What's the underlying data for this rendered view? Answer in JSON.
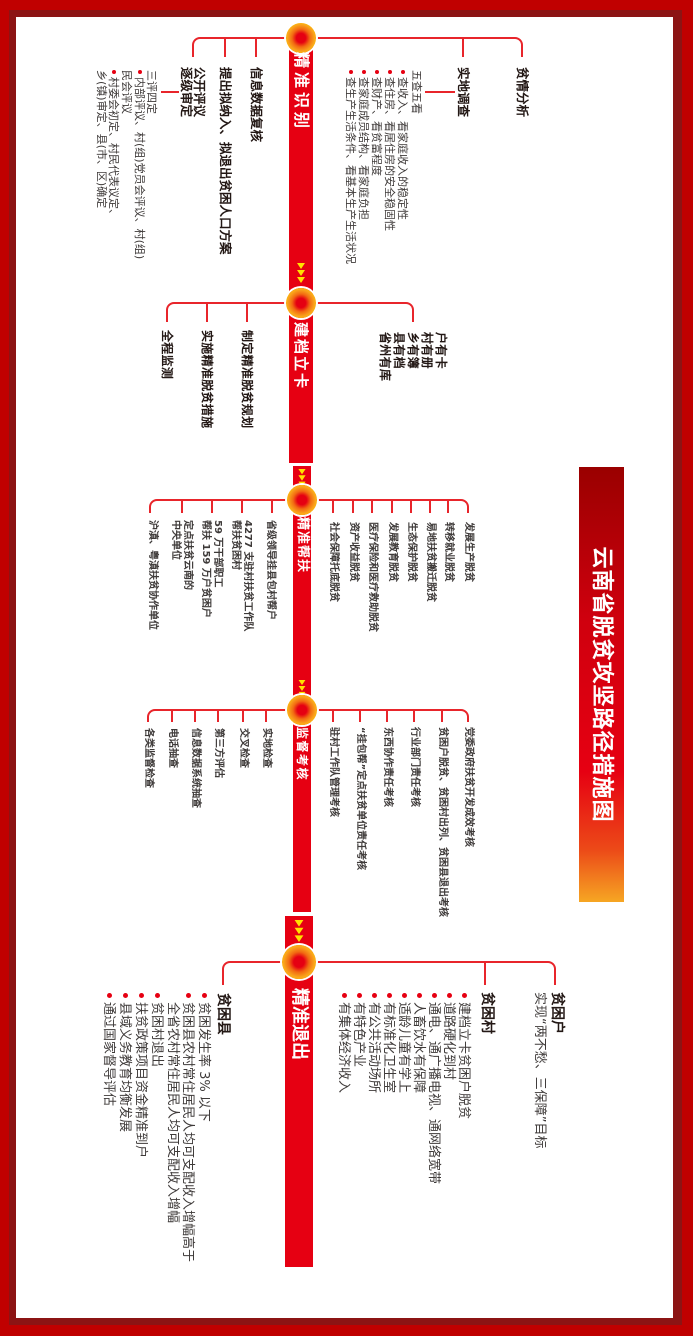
{
  "title": "云南省脱贫攻坚路径措施图",
  "stages": [
    {
      "label": "精准识别",
      "right": [
        {
          "heading": "贫情分析"
        },
        {
          "heading": "实地调查",
          "sub_title": "五查五看",
          "bullets": [
            "查收入、看家庭收入的稳定性",
            "查住房、看居住房的安全稳固性",
            "查财产、看贫富程度",
            "查家庭成员结构、看家庭负担",
            "查生产生活条件、看基本生产生活状况"
          ]
        }
      ],
      "left": [
        {
          "heading": "信息数据复核"
        },
        {
          "heading": "提出拟纳入、拟退出贫困人口方案"
        },
        {
          "heading_lines": [
            "公开评议",
            "逐级审定"
          ],
          "sub_title": "三评四定",
          "bullets": [
            {
              "lines": [
                "内部评议、村(组)党员会评议、村(组)",
                "民会评议"
              ]
            },
            {
              "lines": [
                "村委会初定、村民代表议定、",
                "乡(镇)审定、县(市、区)确定"
              ]
            }
          ]
        }
      ]
    },
    {
      "label": "建档立卡",
      "right": [
        "户有卡",
        "村有册",
        "乡有簿",
        "县有档",
        "省州有库"
      ],
      "left": [
        "制定精准脱贫规划",
        "实施精准脱贫措施",
        "全程监测"
      ]
    },
    {
      "label": "精准帮扶",
      "right": [
        "发展生产脱贫",
        "转移就业脱贫",
        "易地扶贫搬迁脱贫",
        "生态保护脱贫",
        "发展教育脱贫",
        "医疗保险和医疗救助脱贫",
        "资产收益脱贫",
        "社会保障托底脱贫"
      ],
      "left": [
        {
          "lines": [
            "省级领导挂县包村帮户"
          ]
        },
        {
          "lines": [
            "4277 支驻村扶贫工作队",
            "帮扶贫困村"
          ]
        },
        {
          "lines": [
            "59 万干部职工",
            "帮扶 159 万户贫困户"
          ]
        },
        {
          "lines": [
            "定点扶贫云南的",
            "中央单位"
          ]
        },
        {
          "lines": [
            "沪滇、粤滇扶贫协作单位"
          ]
        }
      ]
    },
    {
      "label": "监督考核",
      "right": [
        "党委政府扶贫开发成效考核",
        "贫困户脱贫、贫困村出列、贫困县退出考核",
        "行业部门责任考核",
        "东西协作责任考核",
        "“挂包帮”定点扶贫单位责任考核",
        "驻村工作队管理考核"
      ],
      "left": [
        "实地检查",
        "交叉检查",
        "第三方评估",
        "信息数据系统抽查",
        "电话抽查",
        "各类监督检查"
      ]
    },
    {
      "label": "精准退出",
      "right": [
        {
          "heading": "贫困户",
          "description": "实现“两不愁、三保障”目标"
        },
        {
          "heading": "贫困村",
          "bullets": [
            "建档立卡贫困户脱贫",
            "道路硬化到村",
            "通电、通广播电视、通网络宽带",
            "人畜饮水有保障",
            "适龄儿童有学上",
            "有标准化卫生室",
            "有公共活动场所",
            "有特色产业",
            "有集体经济收入"
          ]
        }
      ],
      "left": [
        {
          "heading": "贫困县",
          "bullets": [
            {
              "lines": [
                "贫困发生率 3% 以下"
              ]
            },
            {
              "lines": [
                "贫困县农村常住居民人均可支配收入增幅高于",
                "全省农村常住居民人均可支配收入增幅"
              ]
            },
            {
              "lines": [
                "贫困村退出"
              ]
            },
            {
              "lines": [
                "扶贫政策项目资金精准到户"
              ]
            },
            {
              "lines": [
                "县域义务教育均衡发展"
              ]
            },
            {
              "lines": [
                "通过国家督导评估"
              ]
            }
          ]
        }
      ]
    }
  ],
  "colors": {
    "frame_outer": "#c00000",
    "frame_inner": "#8c1414",
    "accent_red": "#e60012",
    "branch_line": "#e8252b",
    "arrow_yellow": "#ffe100"
  }
}
